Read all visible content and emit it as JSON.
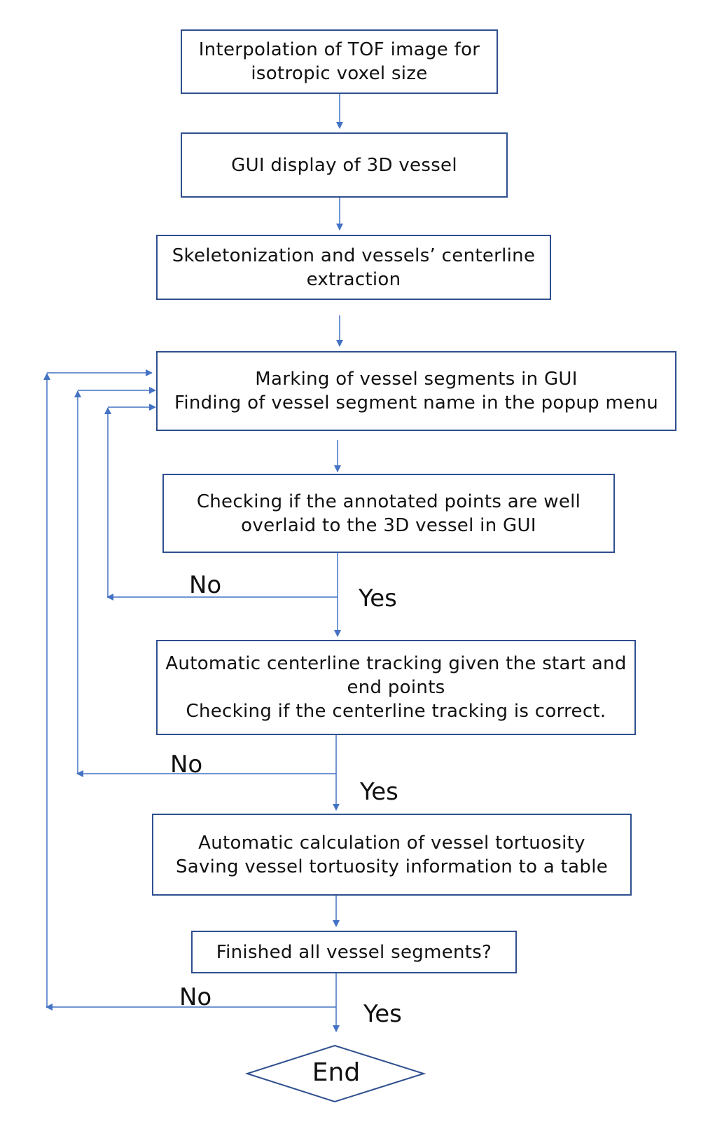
{
  "colors": {
    "connector": "#4472C4",
    "box_border": "#2F4F8F",
    "text": "#111111"
  },
  "steps": {
    "interpolation": {
      "line1": "Interpolation of TOF image for",
      "line2": "isotropic voxel size"
    },
    "gui_display": {
      "line1": "GUI display of 3D vessel"
    },
    "skeletonization": {
      "line1": "Skeletonization and vessels’ centerline",
      "line2": "extraction"
    },
    "marking": {
      "line1": "Marking of vessel segments in GUI",
      "line2": "Finding of vessel segment name in the popup menu"
    },
    "checking_points": {
      "line1": "Checking if the annotated points are well",
      "line2": "overlaid to the 3D vessel in GUI"
    },
    "tracking": {
      "line1": "Automatic centerline tracking given the start and",
      "line2": "end points",
      "line3": "Checking if the centerline tracking is correct."
    },
    "tortuosity": {
      "line1": "Automatic calculation of vessel tortuosity",
      "line2": "Saving vessel tortuosity information to a table"
    },
    "finished": {
      "line1": "Finished all vessel segments?"
    },
    "end": {
      "label": "End"
    }
  },
  "decisions": {
    "check1": {
      "no": "No",
      "yes": "Yes"
    },
    "check2": {
      "no": "No",
      "yes": "Yes"
    },
    "check3": {
      "no": "No",
      "yes": "Yes"
    }
  }
}
